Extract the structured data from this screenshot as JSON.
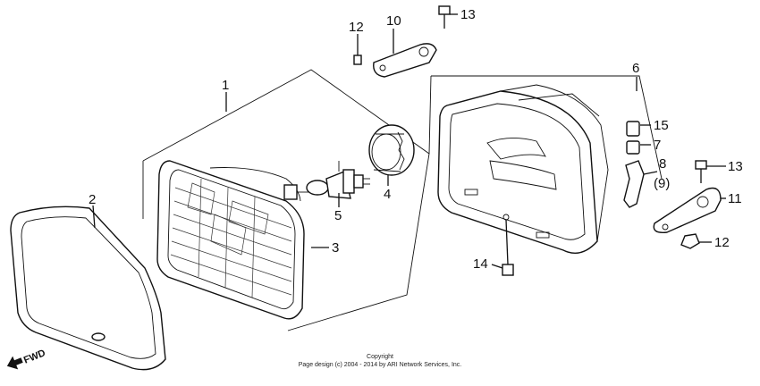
{
  "callouts": {
    "c1": "1",
    "c2": "2",
    "c3": "3",
    "c4": "4",
    "c5": "5",
    "c6": "6",
    "c7": "7",
    "c8": "8",
    "c9": "(9)",
    "c10": "10",
    "c11": "11",
    "c12a": "12",
    "c12b": "12",
    "c13a": "13",
    "c13b": "13",
    "c14": "14",
    "c15": "15"
  },
  "fwd": {
    "label": "FWD"
  },
  "footer": {
    "line1": "Copyright",
    "line2": "Page design (c) 2004 - 2014 by ARI Network Services, Inc."
  }
}
